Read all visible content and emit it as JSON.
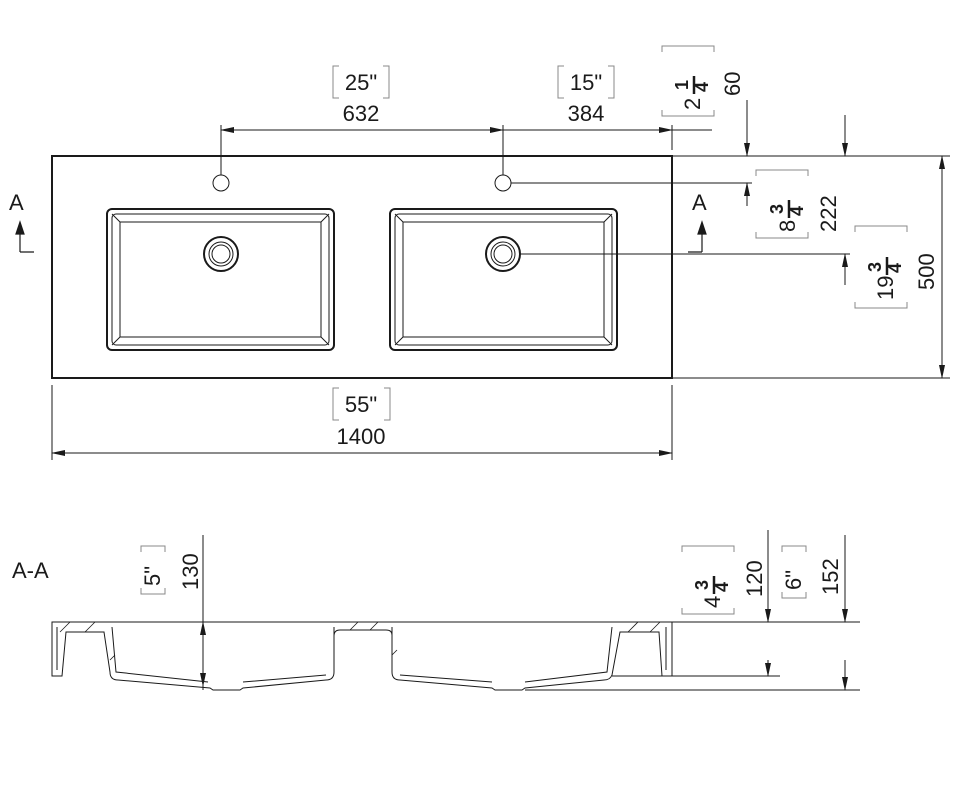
{
  "views": {
    "section_marker": "A",
    "section_title": "A-A"
  },
  "top_view": {
    "width_in": "55\"",
    "width_mm": "1400",
    "hole_spacing_in": "25\"",
    "hole_spacing_mm": "632",
    "hole_to_end_in": "15\"",
    "hole_to_end_mm": "384",
    "hole_offset_whole": "2",
    "hole_offset_frac_num": "1",
    "hole_offset_frac_den": "4",
    "hole_offset_mm": "60",
    "drain_offset_whole": "8",
    "drain_offset_frac_num": "3",
    "drain_offset_frac_den": "4",
    "drain_offset_mm": "222",
    "depth_whole": "19",
    "depth_frac_num": "3",
    "depth_frac_den": "4",
    "depth_mm": "500"
  },
  "section_view": {
    "bowl_depth_in": "5\"",
    "bowl_depth_mm": "130",
    "inner_height_whole": "4",
    "inner_height_frac_num": "3",
    "inner_height_frac_den": "4",
    "inner_height_mm": "120",
    "total_height_in": "6\"",
    "total_height_mm": "152"
  }
}
